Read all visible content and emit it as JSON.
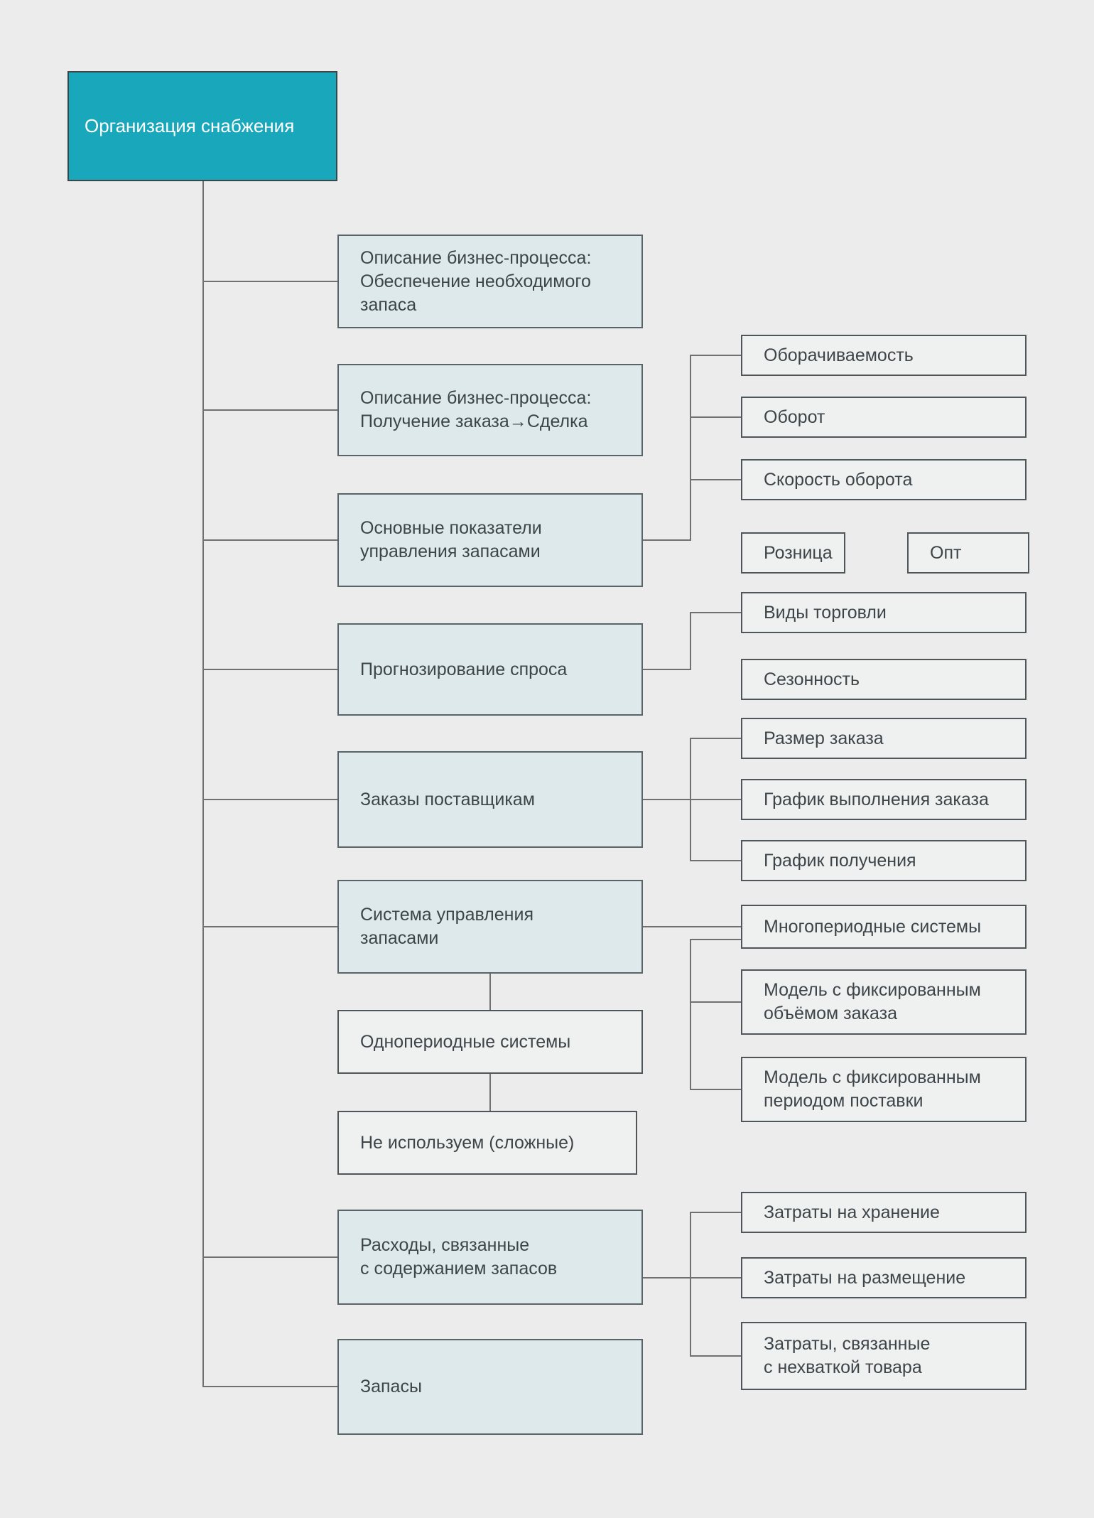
{
  "diagram_title": "Организация снабжения",
  "colors": {
    "background": "#ececec",
    "accent_teal": "#19a7bc",
    "level2_fill": "#dde9ea",
    "child_fill": "#eff1f1",
    "box_border": "#4f565a",
    "connector": "#707070",
    "text": "#3e4549",
    "root_text": "#ffffff"
  },
  "nodes": {
    "root": {
      "label": "Организация снабжения"
    },
    "b1": {
      "label": "Описание бизнес-процесса:\nОбеспечение необходимого\nзапаса"
    },
    "b2": {
      "label": "Описание бизнес-процесса:\nПолучение заказа→Сделка"
    },
    "b3": {
      "label": "Основные показатели\nуправления запасами"
    },
    "b4": {
      "label": "Прогнозирование спроса"
    },
    "b5": {
      "label": "Заказы поставщикам"
    },
    "b6": {
      "label": "Система управления\nзапасами"
    },
    "b7": {
      "label": "Расходы, связанные\nс содержанием запасов"
    },
    "b8": {
      "label": "Запасы"
    },
    "g1": {
      "label": "Однопериодные системы"
    },
    "g2": {
      "label": "Не используем (сложные)"
    },
    "c31": {
      "label": "Оборачиваемость"
    },
    "c32": {
      "label": "Оборот"
    },
    "c33": {
      "label": "Скорость оборота"
    },
    "c34": {
      "label": "Розница"
    },
    "c35": {
      "label": "Опт"
    },
    "c41": {
      "label": "Виды торговли"
    },
    "c42": {
      "label": "Сезонность"
    },
    "c51": {
      "label": "Размер заказа"
    },
    "c52": {
      "label": "График выполнения заказа"
    },
    "c53": {
      "label": "График получения"
    },
    "c61": {
      "label": "Многопериодные системы"
    },
    "c62": {
      "label": "Модель с фиксированным\nобъёмом заказа"
    },
    "c63": {
      "label": "Модель с фиксированным\nпериодом поставки"
    },
    "c71": {
      "label": "Затраты на хранение"
    },
    "c72": {
      "label": "Затраты на размещение"
    },
    "c73": {
      "label": "Затраты, связанные\nс нехваткой товара"
    }
  }
}
